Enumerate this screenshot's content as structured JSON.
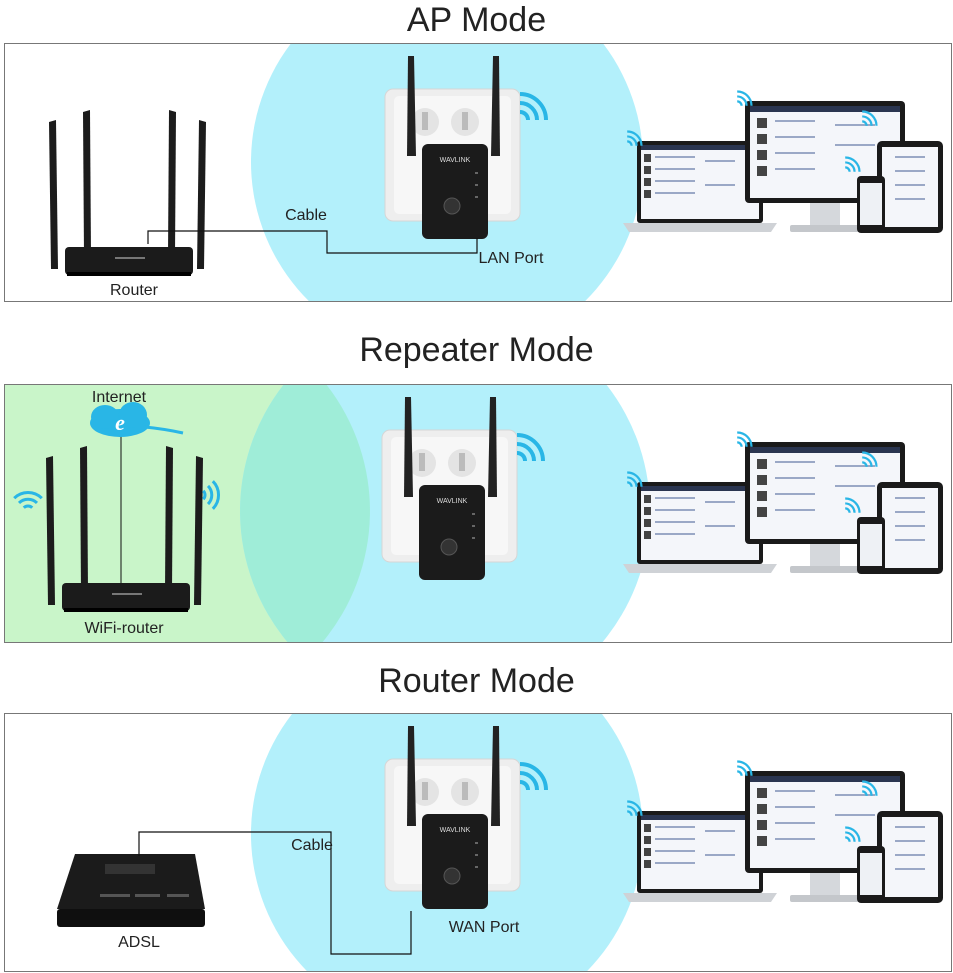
{
  "colors": {
    "coverage_blue": "#b3f0fb",
    "coverage_green": "#c9f5c9",
    "overlap": "#99ecd9",
    "wifi_signal": "#29b6e6",
    "device_black": "#1b1b1b"
  },
  "brand": "WAVLINK",
  "modes": [
    {
      "title": "AP Mode",
      "labels": {
        "router": "Router",
        "cable": "Cable",
        "port": "LAN Port"
      }
    },
    {
      "title": "Repeater Mode",
      "labels": {
        "internet": "Internet",
        "router": "WiFi-router"
      }
    },
    {
      "title": "Router Mode",
      "labels": {
        "cable": "Cable",
        "modem": "ADSL",
        "port": "WAN Port"
      }
    }
  ]
}
